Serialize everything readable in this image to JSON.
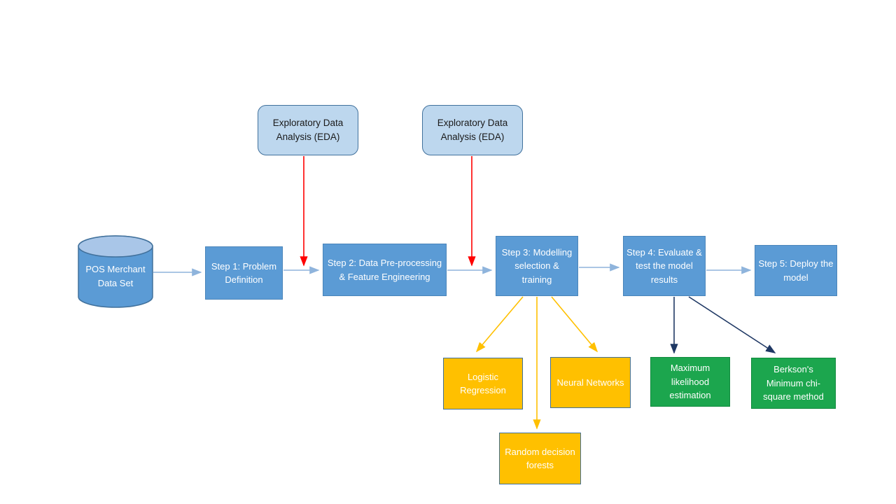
{
  "flow": {
    "source": {
      "label": "POS Merchant Data Set"
    },
    "steps": [
      {
        "label": "Step 1: Problem Definition"
      },
      {
        "label": "Step 2: Data Pre-processing & Feature Engineering"
      },
      {
        "label": "Step 3: Modelling selection & training"
      },
      {
        "label": "Step 4: Evaluate & test the model results"
      },
      {
        "label": "Step 5: Deploy the model"
      }
    ],
    "eda": [
      {
        "label": "Exploratory Data Analysis (EDA)"
      },
      {
        "label": "Exploratory Data Analysis (EDA)"
      }
    ],
    "models": [
      {
        "label": "Logistic Regression"
      },
      {
        "label": "Neural Networks"
      },
      {
        "label": "Random decision forests"
      }
    ],
    "evaluation_methods": [
      {
        "label": "Maximum likelihood estimation"
      },
      {
        "label": "Berkson's Minimum chi-square method"
      }
    ],
    "colors": {
      "step_fill": "#5B9BD5",
      "cylinder_top_fill": "#A9C6E8",
      "shape_border": "#41719C",
      "eda_fill": "#BDD7EE",
      "model_fill": "#FFC000",
      "method_fill": "#1CA64E",
      "connector_arrow": "#8FB4DC",
      "eda_arrow": "#FF0000",
      "model_arrow": "#FFC000",
      "method_arrow": "#1F3864"
    }
  }
}
